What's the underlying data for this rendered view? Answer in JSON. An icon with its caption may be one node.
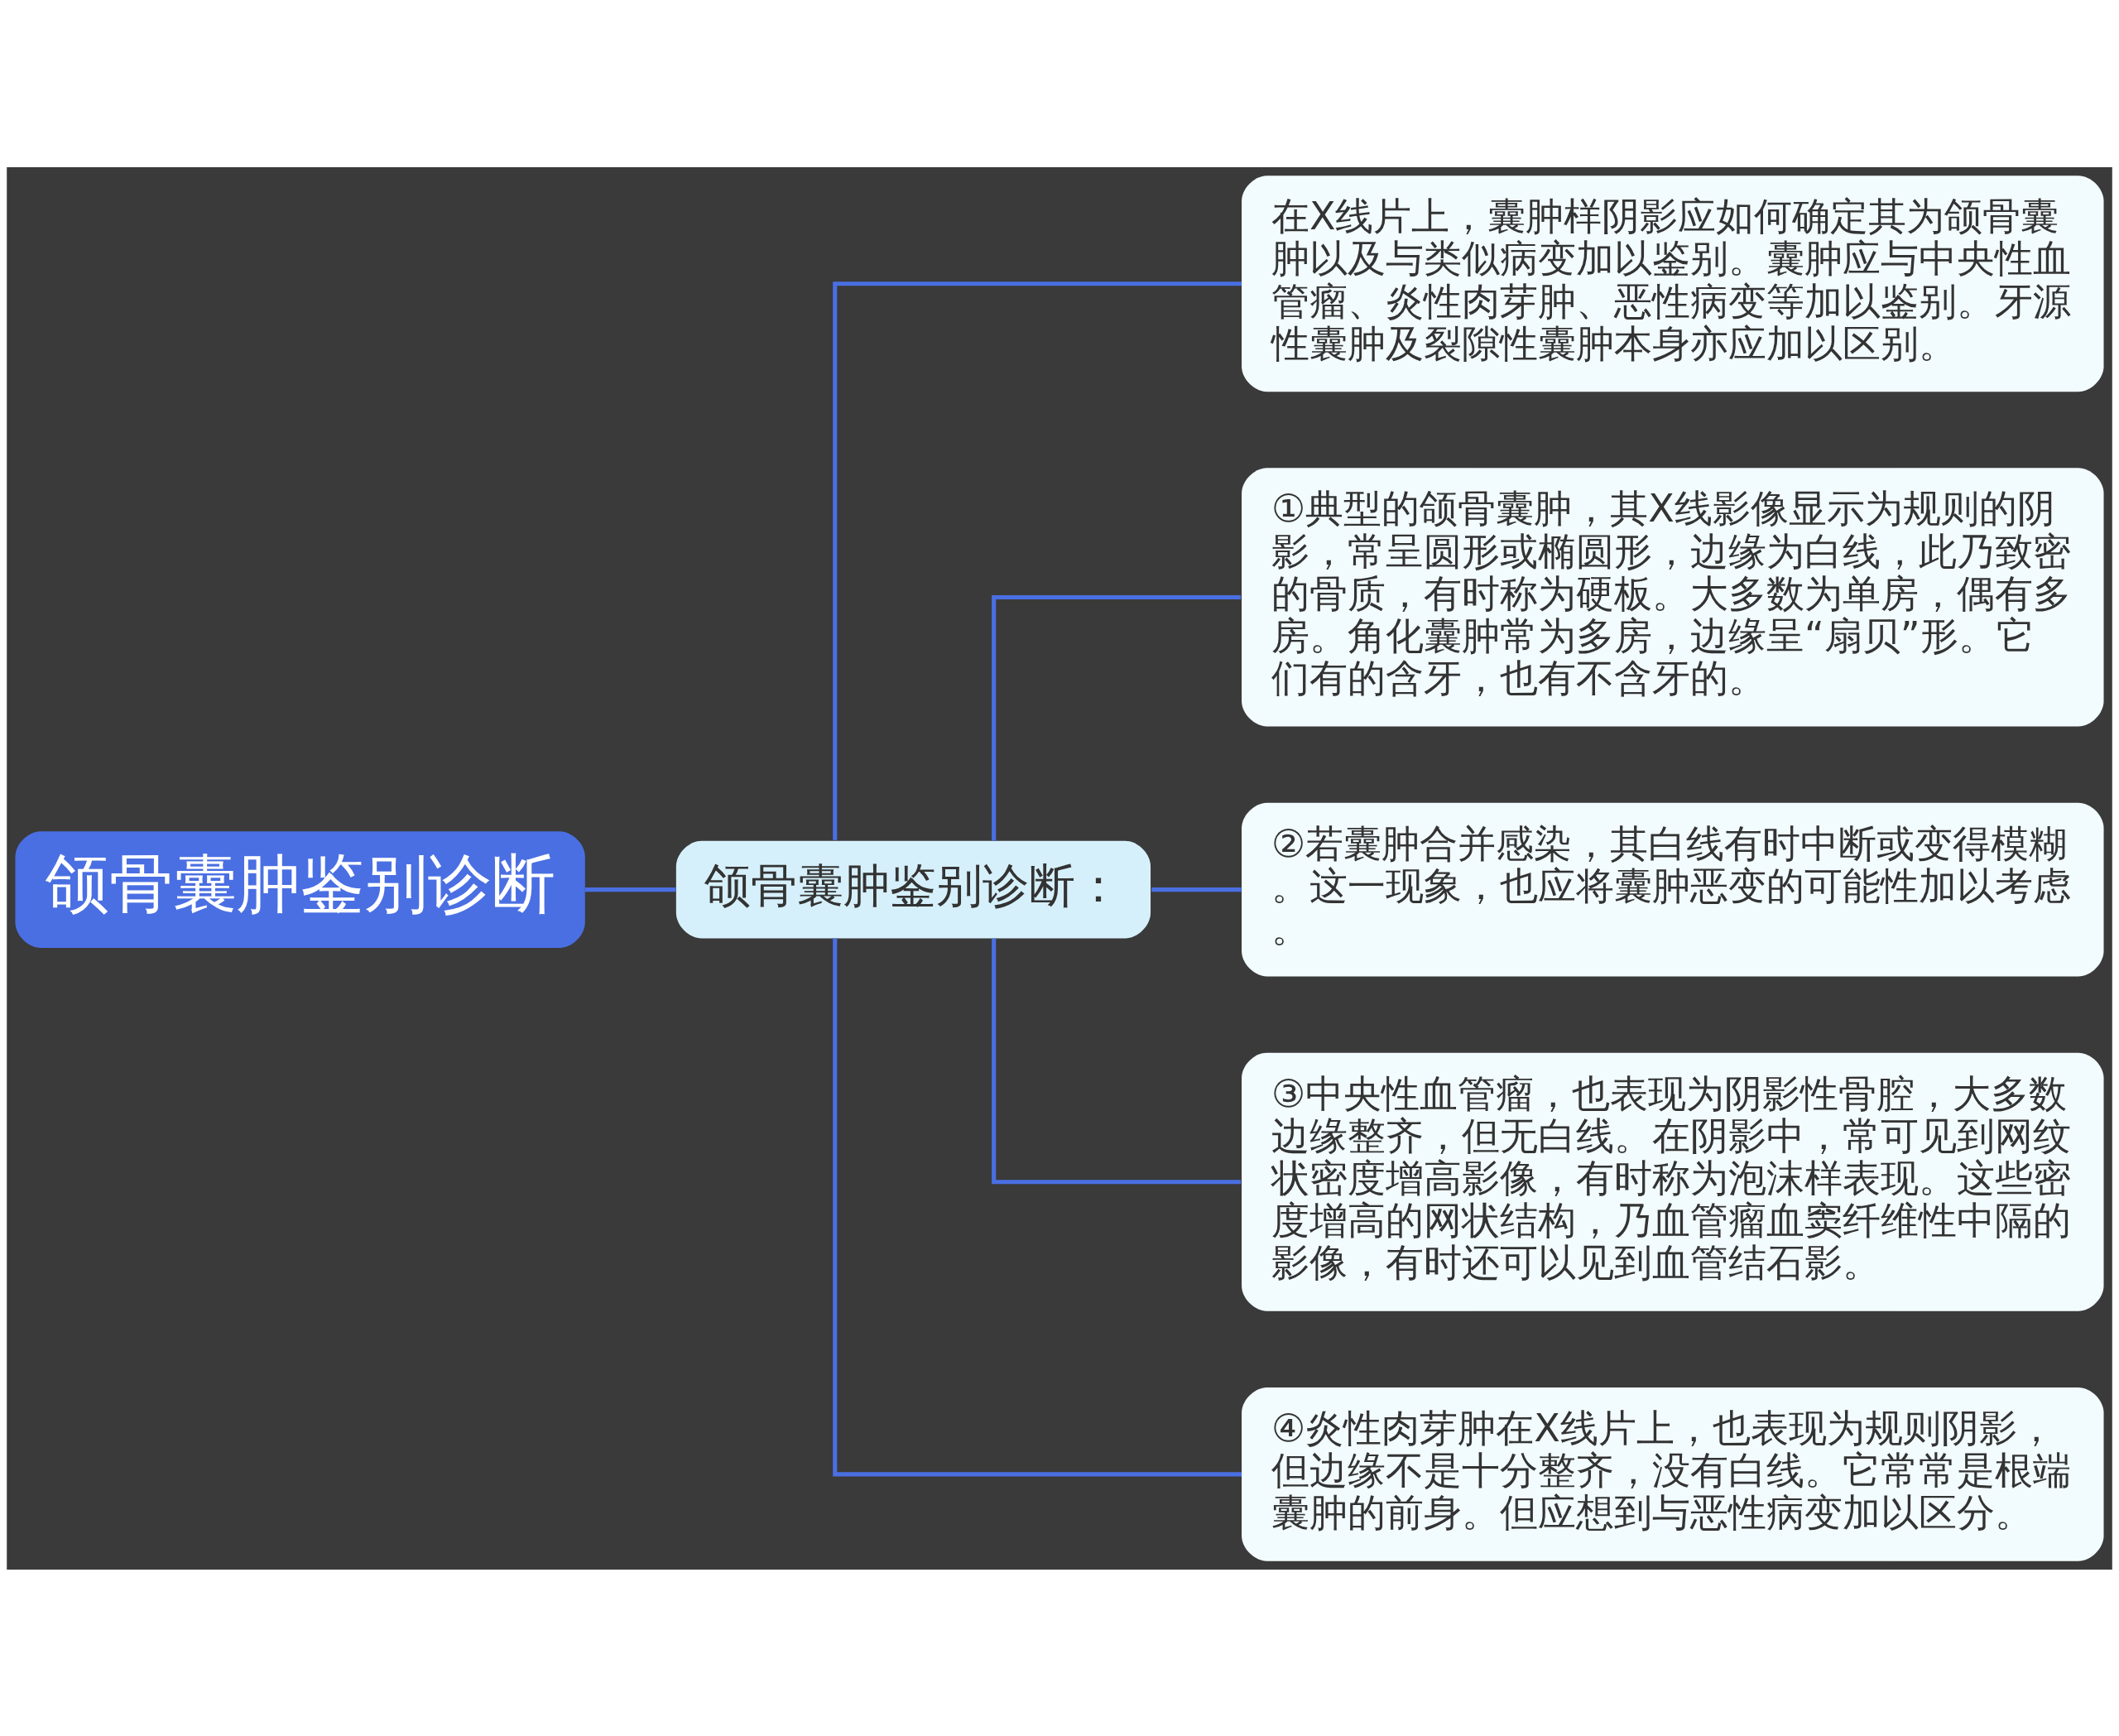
{
  "diagram": {
    "nodes": [
      {
        "text": [
          "颌骨囊肿鉴别诊断"
        ]
      },
      {
        "text": [
          "颌骨囊肿鉴别诊断："
        ]
      },
      {
        "text": [
          "在X线片上，囊肿样阴影应如何确定其为颌骨囊肿以及与类似病变加以鉴别。囊肿应与中央性血管瘤、炎性肉芽肿、恶性病变等加以鉴别。牙源性囊肿及裂隙性囊肿本身亦应加以区别。"
        ]
      },
      {
        "text": [
          "①典型的颌骨囊肿，其X线影像显示为规则的阴影，常呈圆形或椭圆形，边缘为白线，此乃致密的骨质，有时称为硬板。大多数为单房，偶有多房。角化囊肿常为多房，边缘呈“扇贝”形。它们有的含牙，也有不含牙的。"
        ]
      },
      {
        "text": [
          "②若囊肿合并感染，其白线有时中断或变得模糊。这一现象，也应将囊肿恶变的可能性加以考虑。"
        ]
      },
      {
        "text": [
          "③中央性血管瘤，也表现为阴影性骨腔，大多数边缘整齐，但无白线。在阴影中，常可见到网纹状密度增高影像，有时称为泡沫样表现。这些密度增高的网状结构，乃血管瘤血窦纤维性中隔的影像，有时还可以见到血管结石影。"
        ]
      },
      {
        "text": [
          "④炎性肉芽肿在X线片上，也表现为规则阴影，但边缘不是十分整齐，没有白线。它常常是根端囊肿的前身。但应想到与恶性病变加以区分。"
        ]
      }
    ],
    "edges": [
      {
        "from": 0,
        "to": 1,
        "arrow": "none"
      },
      {
        "from": 1,
        "to": 2,
        "arrow": "none"
      },
      {
        "from": 1,
        "to": 3,
        "arrow": "none"
      },
      {
        "from": 1,
        "to": 4,
        "arrow": "none"
      },
      {
        "from": 1,
        "to": 5,
        "arrow": "none"
      },
      {
        "from": 1,
        "to": 6,
        "arrow": "none"
      }
    ]
  }
}
